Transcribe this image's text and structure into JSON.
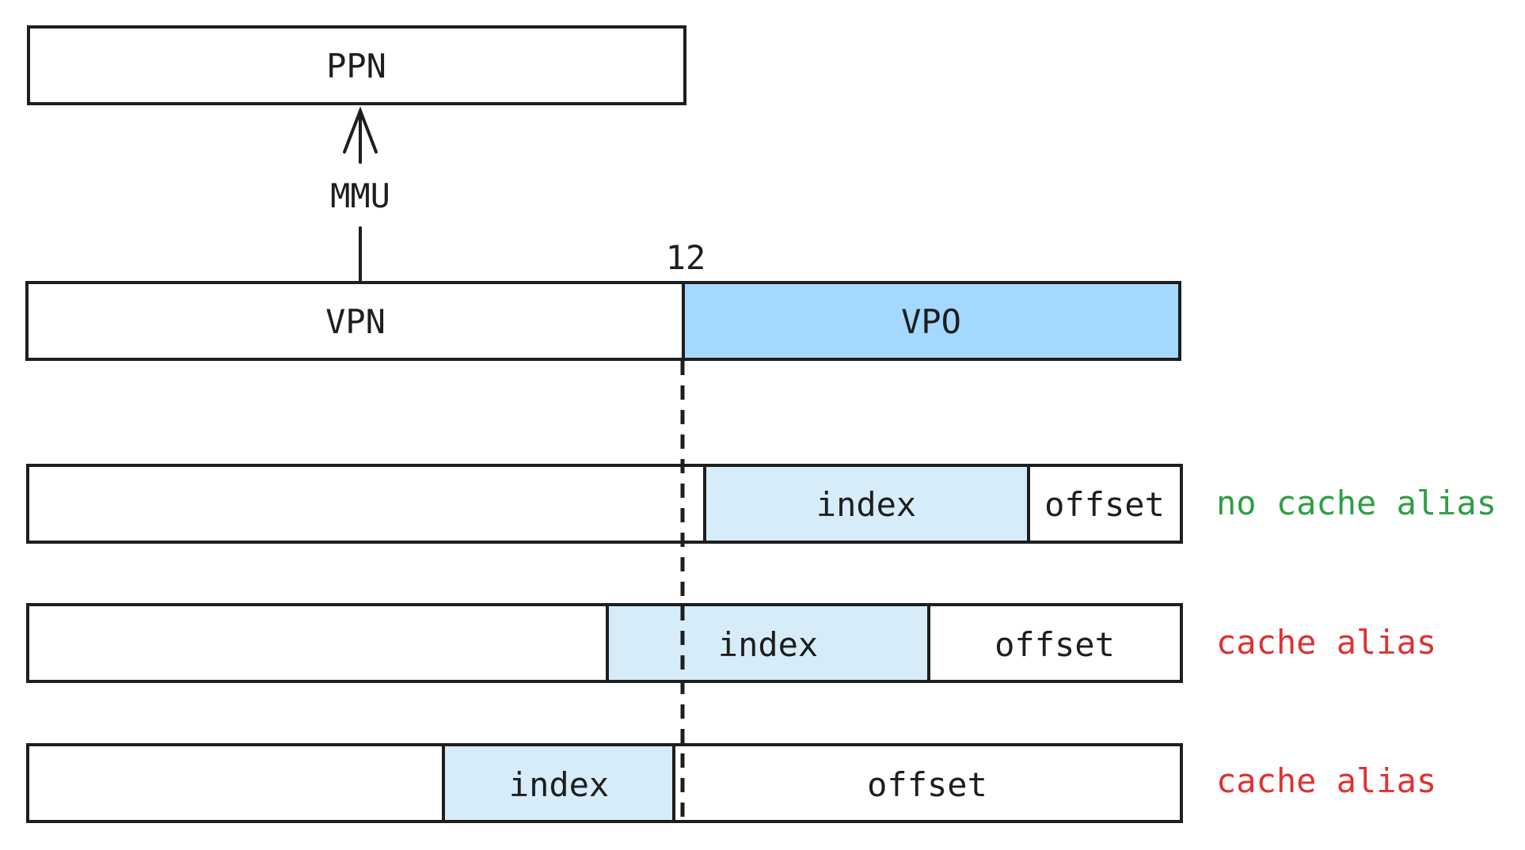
{
  "colors": {
    "stroke": "#1e1e1e",
    "vpo_fill": "#a5d8ff",
    "index_fill": "#d6ecf9",
    "ok_text": "#2f9e44",
    "alias_text": "#e03131"
  },
  "translation": {
    "ppn_label": "PPN",
    "mmu_label": "MMU",
    "vpn_label": "VPN",
    "vpo_label": "VPO",
    "bit_label": "12"
  },
  "rows": [
    {
      "index_label": "index",
      "offset_label": "offset",
      "status": "no cache alias",
      "status_color": "ok"
    },
    {
      "index_label": "index",
      "offset_label": "offset",
      "status": "cache alias",
      "status_color": "alias"
    },
    {
      "index_label": "index",
      "offset_label": "offset",
      "status": "cache alias",
      "status_color": "alias"
    }
  ]
}
